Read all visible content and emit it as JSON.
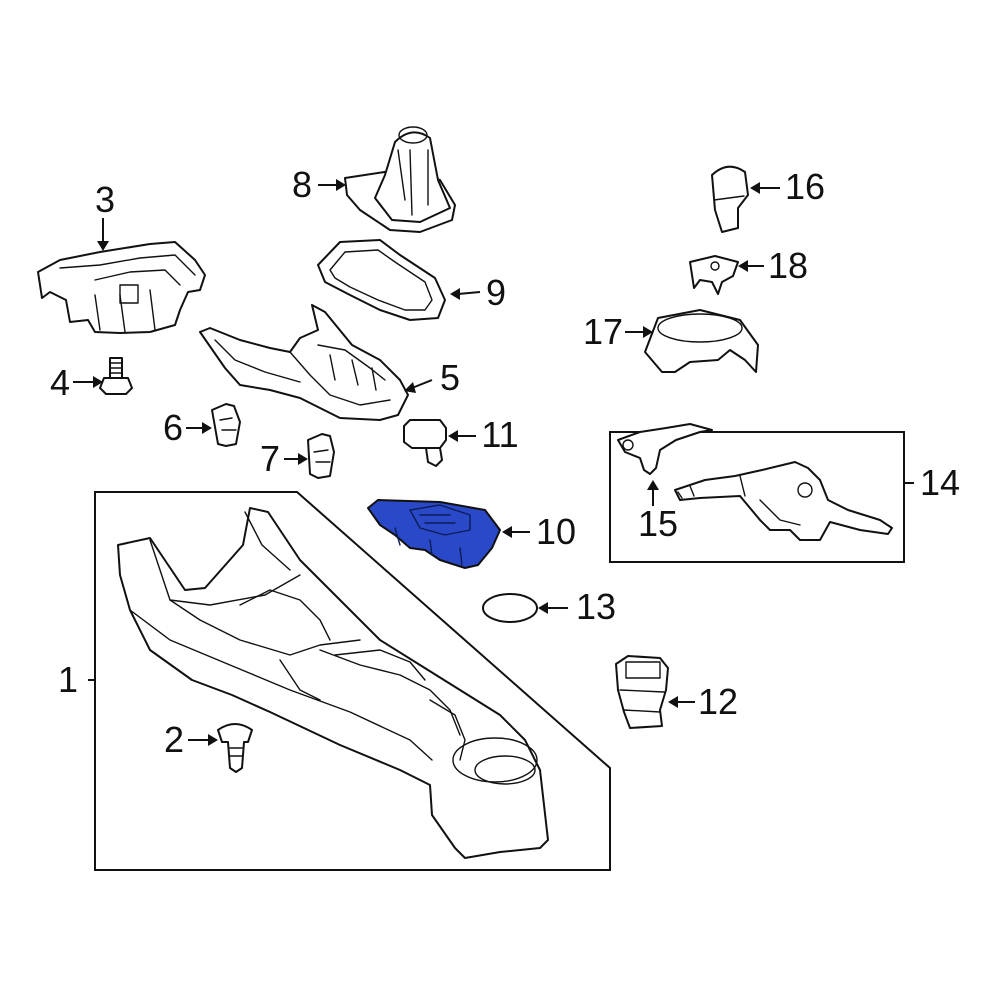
{
  "diagram": {
    "highlight_color": "#2a49c8",
    "line_color": "#111111",
    "background": "#ffffff",
    "callouts": {
      "c1": "1",
      "c2": "2",
      "c3": "3",
      "c4": "4",
      "c5": "5",
      "c6": "6",
      "c7": "7",
      "c8": "8",
      "c9": "9",
      "c10": "10",
      "c11": "11",
      "c12": "12",
      "c13": "13",
      "c14": "14",
      "c15": "15",
      "c16": "16",
      "c17": "17",
      "c18": "18"
    },
    "highlighted_part": "10"
  }
}
